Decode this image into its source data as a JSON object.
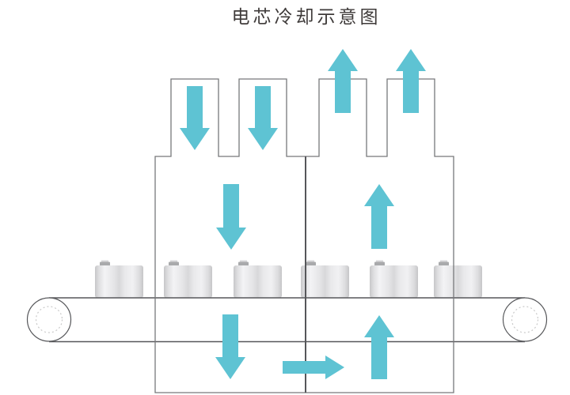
{
  "title": {
    "text": "电芯冷却示意图"
  },
  "colors": {
    "background": "#FFFFFF",
    "title_text": "#3E3A39",
    "arrow": "#5EC3D3",
    "outline": "#77787B",
    "structure": "#56575A"
  },
  "diagram": {
    "description_visible_text_only": "",
    "chimneys": [
      {
        "name": "inlet-duct-1",
        "airflow": "down"
      },
      {
        "name": "inlet-duct-2",
        "airflow": "down"
      },
      {
        "name": "outlet-duct-1",
        "airflow": "up"
      },
      {
        "name": "outlet-duct-2",
        "airflow": "up"
      }
    ],
    "airflow_arrows": [
      {
        "name": "inlet-arrow-1",
        "direction": "down",
        "location": "inlet-duct-1"
      },
      {
        "name": "inlet-arrow-2",
        "direction": "down",
        "location": "inlet-duct-2"
      },
      {
        "name": "outlet-arrow-1",
        "direction": "up",
        "location": "outlet-duct-1"
      },
      {
        "name": "outlet-arrow-2",
        "direction": "up",
        "location": "outlet-duct-2"
      },
      {
        "name": "chamber-left-arrow",
        "direction": "down",
        "location": "left-chamber"
      },
      {
        "name": "chamber-right-arrow",
        "direction": "up",
        "location": "right-chamber"
      },
      {
        "name": "under-belt-left-arrow",
        "direction": "down",
        "location": "below-conveyor-left"
      },
      {
        "name": "under-belt-cross-arrow",
        "direction": "right",
        "location": "below-conveyor-center"
      },
      {
        "name": "under-belt-right-arrow",
        "direction": "up",
        "location": "below-conveyor-right"
      }
    ],
    "battery_cells": {
      "count": 6
    },
    "conveyor": {
      "rollers": 2
    }
  }
}
